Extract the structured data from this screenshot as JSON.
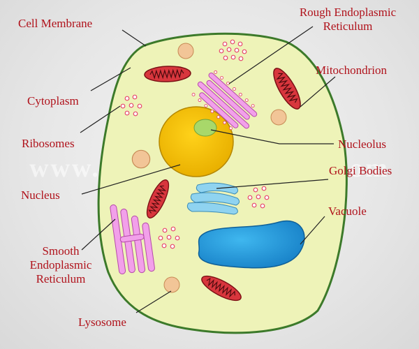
{
  "colors": {
    "label": "#b0121b",
    "cell_fill": "#eef3b8",
    "cell_border": "#3c7a2a",
    "nucleus": "#f2c200",
    "nucleolus": "#a8d86a",
    "mitochondrion": "#d8363d",
    "endoplasmic_reticulum": "#f2a0ea",
    "golgi": "#8fd3f0",
    "vacuole": "#1f9ee0",
    "lysosome": "#f2c597",
    "ribosome": "#e6486b"
  },
  "labels": {
    "cell_membrane": "Cell Membrane",
    "rough_er_line1": "Rough Endoplasmic",
    "rough_er_line2": "Reticulum",
    "cytoplasm": "Cytoplasm",
    "mitochondrion": "Mitochondrion",
    "ribosomes": "Ribosomes",
    "nucleolus": "Nucleolus",
    "golgi": "Golgi Bodies",
    "nucleus": "Nucleus",
    "vacuole": "Vacuole",
    "smooth_er_line1": "Smooth",
    "smooth_er_line2": "Endoplasmic",
    "smooth_er_line3": "Reticulum",
    "lysosome": "Lysosome"
  },
  "watermark": "www.SmartSciencePro.com"
}
